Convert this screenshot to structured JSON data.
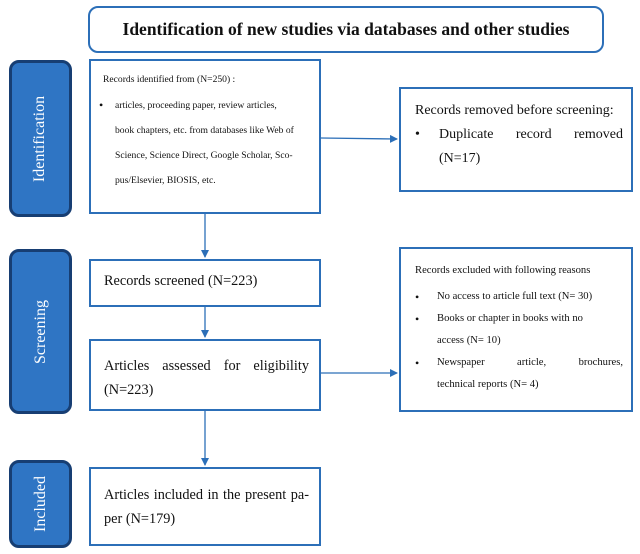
{
  "header": {
    "title": "Identification of new studies via databases and other studies"
  },
  "stages": {
    "identification": "Identification",
    "screening": "Screening",
    "included": "Included"
  },
  "identified": {
    "lead": "Records identified from (N=250) :",
    "bullet_lines": [
      "articles, proceeding paper, review articles,",
      "book chapters, etc. from databases like Web of",
      "Science, Science Direct, Google Scholar, Sco-",
      "pus/Elsevier, BIOSIS, etc."
    ]
  },
  "removed": {
    "lead": "Records removed before screening:",
    "bullet_word1": "Duplicate",
    "bullet_word2": "record",
    "bullet_word3": "removed",
    "bullet_line2": "(N=17)"
  },
  "screened": {
    "text": "Records screened (N=223)"
  },
  "eligibility": {
    "words": [
      "Articles",
      "assessed",
      "for",
      "eligibility"
    ],
    "line2": "(N=223)"
  },
  "excluded": {
    "lead": "Records excluded with following reasons",
    "item1": "No access to article full text (N= 30)",
    "item2_line1": "Books or chapter in books with no",
    "item2_line2": "access (N= 10)",
    "item3_words": [
      "Newspaper",
      "article,",
      "brochures,"
    ],
    "item3_line2": "technical reports (N= 4)"
  },
  "included_box": {
    "words": [
      "Articles",
      "included",
      "in",
      "the",
      "present",
      "pa-"
    ],
    "line2": "per (N=179)"
  },
  "colors": {
    "box_border": "#2c6fb8",
    "stage_fill": "#2f75c4",
    "stage_border": "#173e73",
    "arrow": "#2c6fb8"
  }
}
